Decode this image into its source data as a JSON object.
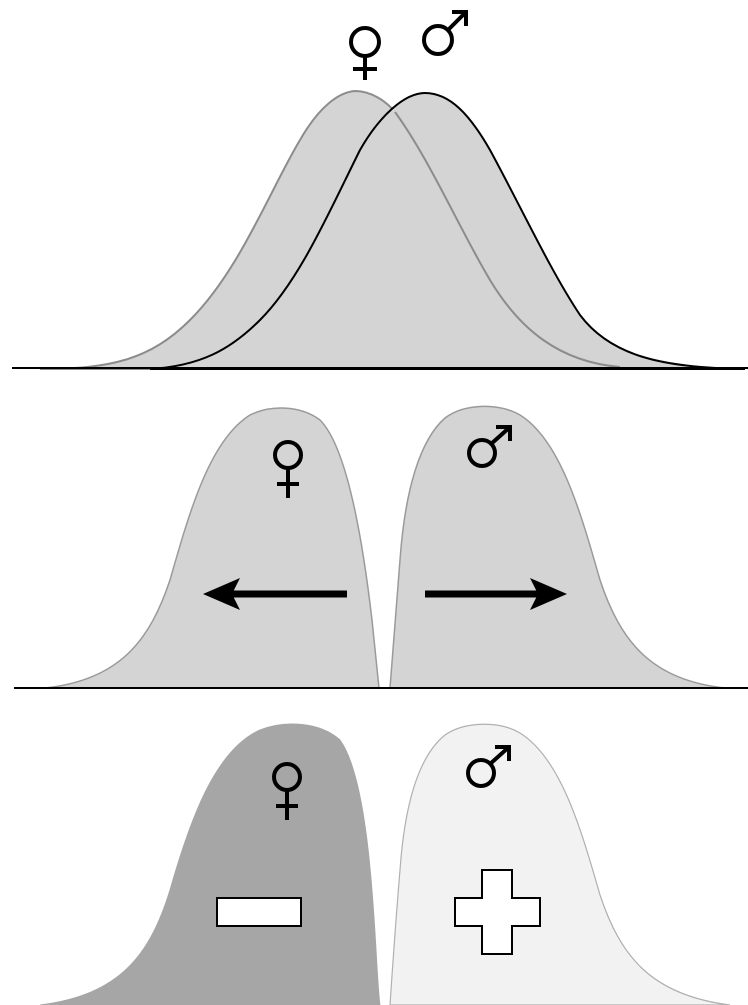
{
  "symbols": {
    "female": "female-symbol",
    "male": "male-symbol",
    "minus": "minus-sign",
    "plus": "plus-sign",
    "arrow_left": "arrow-left",
    "arrow_right": "arrow-right"
  },
  "colors": {
    "curve_fill": "#d4d4d4",
    "female_outline_top": "#8c8c8c",
    "male_outline_top": "#000000",
    "split_outline": "#9a9a9a",
    "female_fill_bottom": "#a6a6a6",
    "male_fill_bottom": "#f2f2f2",
    "baseline": "#000000",
    "arrow": "#000000"
  },
  "panels": [
    {
      "id": "overlapping-distributions",
      "female_symbol": "female-symbol",
      "male_symbol": "male-symbol"
    },
    {
      "id": "diverging-distributions",
      "female_symbol": "female-symbol",
      "male_symbol": "male-symbol",
      "female_direction": "arrow-left",
      "male_direction": "arrow-right"
    },
    {
      "id": "signed-distributions",
      "female_symbol": "female-symbol",
      "male_symbol": "male-symbol",
      "female_sign": "minus-sign",
      "male_sign": "plus-sign"
    }
  ]
}
